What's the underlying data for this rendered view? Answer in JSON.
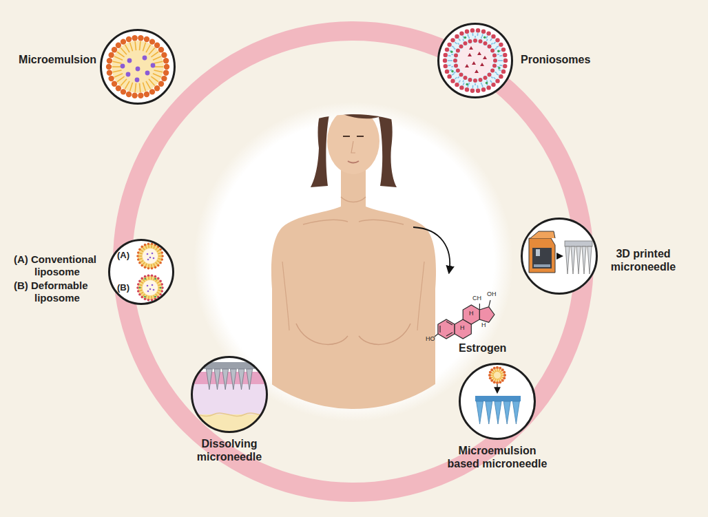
{
  "diagram": {
    "nodes": [
      {
        "text": [
          "Microemulsion"
        ]
      },
      {
        "text": [
          "Proniosomes"
        ]
      },
      {
        "text": [
          "(A) Conventional liposome",
          "(B) Deformable liposome"
        ]
      },
      {
        "text": [
          "3D printed microneedle"
        ]
      },
      {
        "text": [
          "Dissolving microneedle"
        ]
      },
      {
        "text": [
          "Microemulsion based microneedle"
        ]
      }
    ],
    "labels": [
      "(A)",
      "(B)",
      "Estrogen",
      "OH",
      "CH",
      "H",
      "H",
      "H",
      "HO"
    ]
  }
}
